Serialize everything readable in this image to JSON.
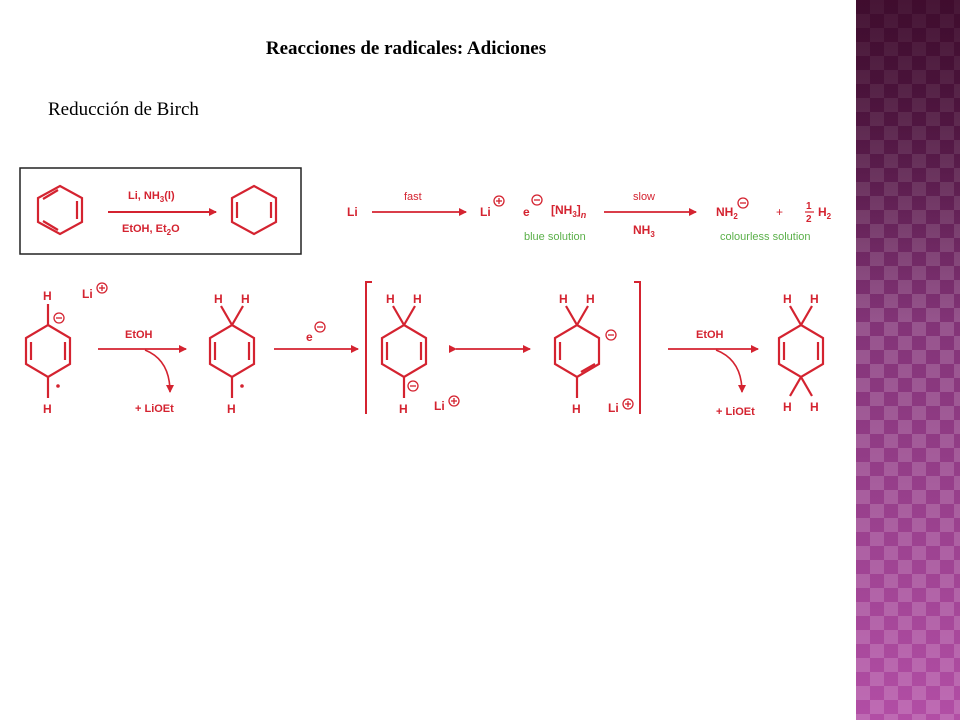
{
  "slide": {
    "title": "Reacciones de radicales: Adiciones",
    "subtitle": "Reducción de Birch"
  },
  "box": {
    "reagent_top": "Li, NH",
    "reagent_top_sub": "3",
    "reagent_top_end": "(l)",
    "reagent_bottom": "EtOH, Et",
    "reagent_bottom_sub": "2",
    "reagent_bottom_end": "O"
  },
  "electron_eq": {
    "li": "Li",
    "fast": "fast",
    "li_cation": "Li",
    "electron": "e",
    "complex": "[NH",
    "complex_sub": "3",
    "complex_close": "]",
    "complex_n": "n",
    "blue_solution": "blue solution",
    "slow": "slow",
    "nh3": "NH",
    "nh3_sub": "3",
    "amide": "NH",
    "amide_sub": "2",
    "plus": "+",
    "half_num": "1",
    "half_den": "2",
    "h2": "H",
    "h2_sub": "2",
    "colourless_solution": "colourless solution"
  },
  "mechanism": {
    "h": "H",
    "li": "Li",
    "etoh_1": "EtOH",
    "lioet_1": "+ LiOEt",
    "electron": "e",
    "etoh_2": "EtOH",
    "lioet_2": "+ LiOEt"
  },
  "colors": {
    "red": "#d42330",
    "green": "#5bb04a",
    "box_border": "#222222"
  }
}
